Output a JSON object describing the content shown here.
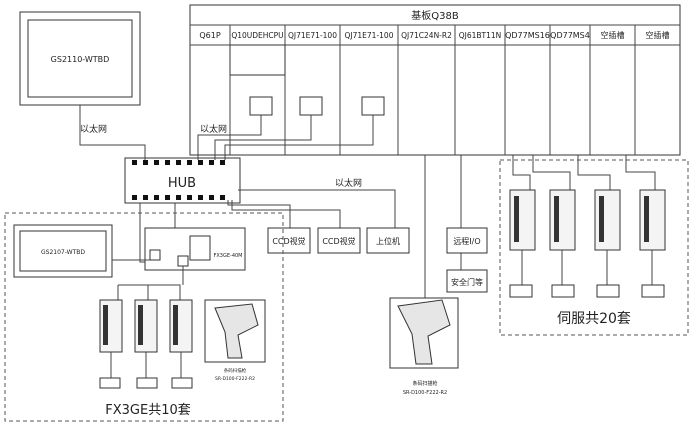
{
  "plc_rack": {
    "base_label": "基板Q38B",
    "slots": [
      "Q61P",
      "Q10UDEHCPU",
      "QJ71E71-100",
      "QJ71E71-100",
      "QJ71C24N-R2",
      "QJ61BT11N",
      "QD77MS16",
      "QD77MS4",
      "空插槽",
      "空插槽"
    ]
  },
  "hmi_top": {
    "label": "GS2110-WTBD"
  },
  "hmi_local": {
    "label": "GS2107-WTBD"
  },
  "hub": {
    "label": "HUB"
  },
  "ethernet_labels": [
    "以太网",
    "以太网",
    "以太网"
  ],
  "ccd_1": {
    "label": "CCD视觉"
  },
  "ccd_2": {
    "label": "CCD视觉"
  },
  "host_pc": {
    "label": "上位机"
  },
  "remote_io": {
    "label": "远程I/O"
  },
  "safety_door": {
    "label": "安全门等"
  },
  "plc_fx": {
    "label": "FX3GE-40M"
  },
  "fx_group": {
    "caption": "FX3GE共10套"
  },
  "servo_group": {
    "caption": "伺服共20套"
  },
  "scanner_local": {
    "title": "条码扫描枪",
    "model": "SR-D100-F222-R2"
  },
  "scanner_main": {
    "title": "条码扫描枪",
    "model": "SR-D100-F222-R2"
  }
}
